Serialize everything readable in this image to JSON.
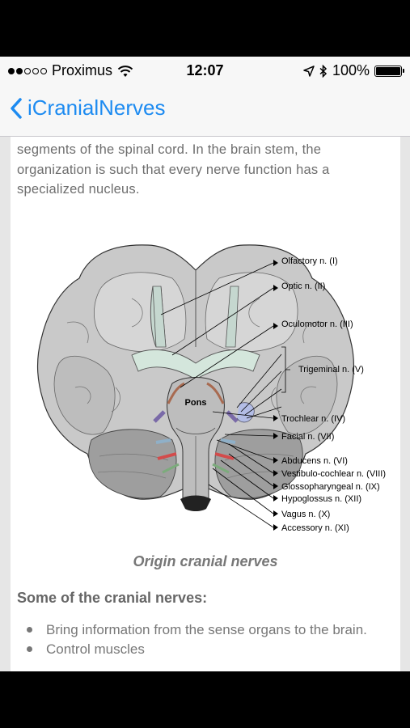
{
  "status_bar": {
    "carrier": "Proximus",
    "time": "12:07",
    "battery": "100%",
    "battery_level": 1.0,
    "signal_bars": 2,
    "signal_total": 5
  },
  "nav": {
    "back_label": "iCranialNerves",
    "tint": "#1d8bf1"
  },
  "content": {
    "paragraph": "segments of the spinal cord. In the brain stem, the organization is such that every nerve function has a specialized nucleus.",
    "figure": {
      "center_label": "Pons",
      "labels": [
        "Olfactory n. (I)",
        "Optic n. (II)",
        "Oculomotor n. (III)",
        "Trigeminal n. (V)",
        "Trochlear n. (IV)",
        "Facial n. (VII)",
        "Abducens n. (VI)",
        "Vestibulo-cochlear n. (VIII)",
        "Glossopharyngeal n. (IX)",
        "Hypoglossus n. (XII)",
        "Vagus n. (X)",
        "Accessory n. (XI)"
      ]
    },
    "caption": "Origin cranial nerves",
    "subheading": "Some of the cranial nerves:",
    "bullets": [
      "Bring information from the sense organs to the brain.",
      "Control muscles"
    ]
  }
}
